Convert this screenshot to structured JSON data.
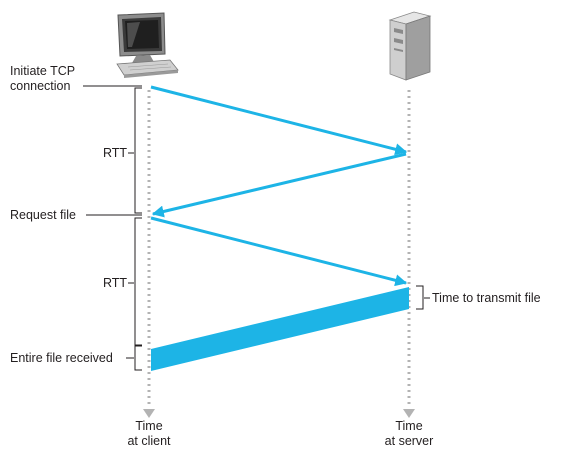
{
  "labels": {
    "initiate_line1": "Initiate TCP",
    "initiate_line2": "connection",
    "rtt_1": "RTT",
    "request_file": "Request file",
    "rtt_2": "RTT",
    "transmit": "Time to transmit file",
    "entire": "Entire file received",
    "client_time_line1": "Time",
    "client_time_line2": "at client",
    "server_time_line1": "Time",
    "server_time_line2": "at server"
  },
  "icons": {
    "client": "desktop-computer-icon",
    "server": "server-tower-icon"
  },
  "colors": {
    "arrow": "#1db4e6",
    "timeline": "#b3b3b3",
    "bracket": "#231f20",
    "text": "#231f20"
  }
}
